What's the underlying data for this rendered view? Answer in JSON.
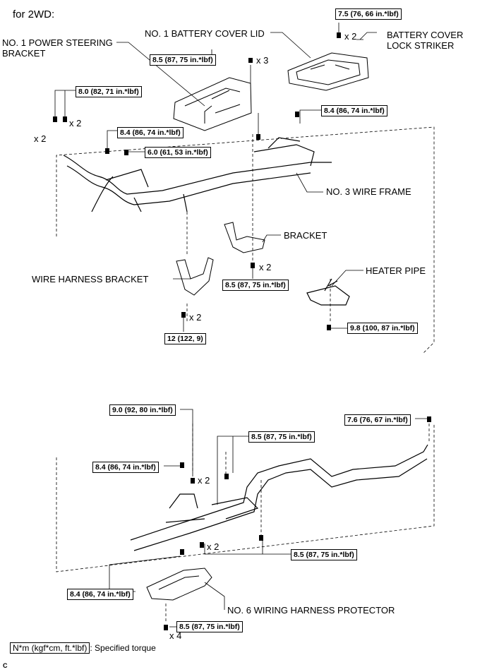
{
  "header": {
    "title": "for 2WD:"
  },
  "parts": {
    "battery_cover_lid": "NO. 1 BATTERY COVER LID",
    "battery_cover_lock_striker_line1": "BATTERY COVER",
    "battery_cover_lock_striker_line2": "LOCK STRIKER",
    "power_steering_bracket_line1": "NO. 1 POWER STEERING",
    "power_steering_bracket_line2": "BRACKET",
    "wire_frame": "NO. 3 WIRE FRAME",
    "bracket": "BRACKET",
    "heater_pipe": "HEATER PIPE",
    "wire_harness_bracket": "WIRE HARNESS BRACKET",
    "wiring_harness_protector": "NO. 6 WIRING HARNESS PROTECTOR"
  },
  "torques": {
    "t1": "7.5 (76, 66 in.*lbf)",
    "t2": "8.5 (87, 75 in.*lbf)",
    "t3": "8.0 (82, 71 in.*lbf)",
    "t4": "8.4 (86, 74 in.*lbf)",
    "t5": "8.4 (86, 74 in.*lbf)",
    "t6": "6.0 (61, 53 in.*lbf)",
    "t7": "8.5 (87, 75 in.*lbf)",
    "t8": "12 (122, 9)",
    "t9": "9.8 (100, 87 in.*lbf)",
    "t10": "9.0 (92, 80 in.*lbf)",
    "t11": "7.6 (76, 67 in.*lbf)",
    "t12": "8.5 (87, 75 in.*lbf)",
    "t13": "8.4 (86, 74 in.*lbf)",
    "t14": "8.5 (87, 75 in.*lbf)",
    "t15": "8.4 (86, 74 in.*lbf)",
    "t16": "8.5 (87, 75 in.*lbf)"
  },
  "quantities": {
    "q1": "x 2",
    "q2": "x 3",
    "q3": "x 2",
    "q4": "x 2",
    "q5": "x 2",
    "q6": "x 2",
    "q7": "x 2",
    "q8": "x 2",
    "q9": "x 4"
  },
  "legend": {
    "unit": "N*m (kgf*cm, ft.*lbf)",
    "description": ": Specified torque"
  },
  "footer": {
    "code": "C"
  }
}
